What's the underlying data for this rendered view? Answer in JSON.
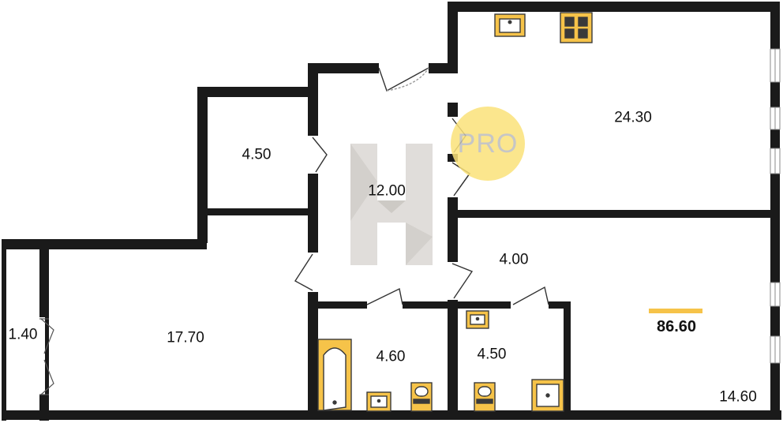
{
  "plan": {
    "rooms": [
      {
        "id": "bedroom-small",
        "area": "4.50"
      },
      {
        "id": "hallway",
        "area": "12.00"
      },
      {
        "id": "living-room",
        "area": "24.30"
      },
      {
        "id": "corridor",
        "area": "4.00"
      },
      {
        "id": "balcony",
        "area": "1.40"
      },
      {
        "id": "bedroom-large",
        "area": "17.70"
      },
      {
        "id": "bathroom",
        "area": "4.60"
      },
      {
        "id": "toilet-room",
        "area": "4.50"
      },
      {
        "id": "kitchen",
        "area": "14.60"
      }
    ],
    "total_area": "86.60",
    "badge": "PRO"
  },
  "colors": {
    "wall": "#1a1a1a",
    "fixture_fill": "#f6c349",
    "fixture_stroke": "#3a3a3a",
    "accent_bar": "#f6c349",
    "badge": "#fbe27a",
    "watermark": "#c8c3bd"
  },
  "icons": [
    "sink-icon",
    "stove-icon",
    "bathtub-icon",
    "toilet-icon",
    "shower-icon",
    "door-icon",
    "window-icon"
  ]
}
